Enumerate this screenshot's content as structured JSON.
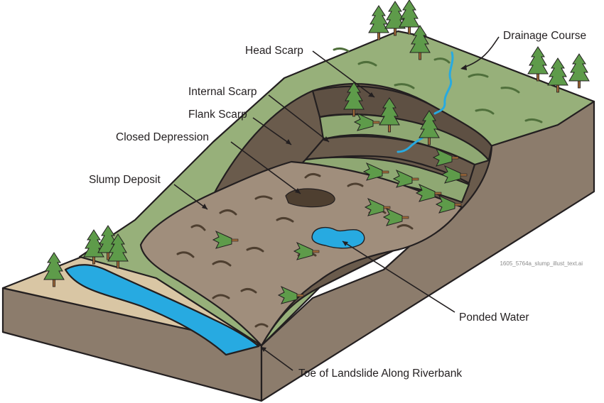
{
  "labels": {
    "head_scarp": "Head Scarp",
    "drainage_course": "Drainage Course",
    "internal_scarp": "Internal Scarp",
    "flank_scarp": "Flank Scarp",
    "closed_depression": "Closed Depression",
    "slump_deposit": "Slump Deposit",
    "ponded_water": "Ponded Water",
    "toe": "Toe of Landslide Along Riverbank"
  },
  "file_id": "1605_5764a_slump_illust_text.ai",
  "colors": {
    "grass": "#97b07a",
    "grass_dark": "#7f9a64",
    "soil_side": "#8c7c6c",
    "soil_side_dark": "#716354",
    "slump": "#a08e7c",
    "scarp_wall": "#6a5b4c",
    "water": "#27aae1",
    "sand": "#d9c6a4",
    "tree": "#5e9b4a",
    "trunk": "#a06a3a"
  }
}
